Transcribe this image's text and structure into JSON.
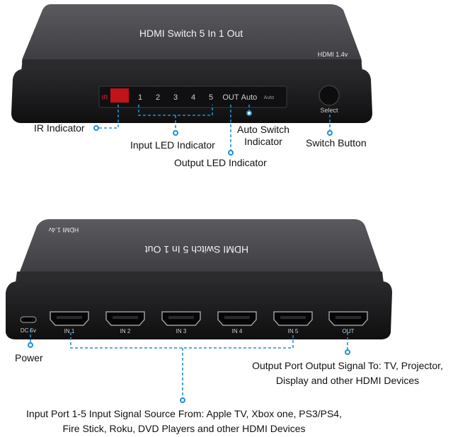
{
  "top_device": {
    "lid_title": "HDMI Switch 5 In 1 Out",
    "lid_version": "HDMI 1.4v",
    "ir_mark": "IR",
    "led_numbers": [
      "1",
      "2",
      "3",
      "4",
      "5"
    ],
    "out_mark": "OUT",
    "auto_mark": "Auto",
    "auto_small": "Auto",
    "select_label": "Select"
  },
  "bottom_device": {
    "lid_title": "HDMI Switch 5 In 1 Out",
    "lid_version": "HDMI 1.4v",
    "dc_label": "DC 5v",
    "ports": [
      "IN 1",
      "IN 2",
      "IN 3",
      "IN 4",
      "IN 5",
      "OUT"
    ]
  },
  "callouts": {
    "ir": "IR Indicator",
    "input_led": "Input LED Indicator",
    "auto_switch_line1": "Auto Switch",
    "auto_switch_line2": "Indicator",
    "switch_button": "Switch Button",
    "output_led": "Output LED Indicator",
    "power": "Power",
    "output_port_line1": "Output Port Output Signal To: TV, Projector,",
    "output_port_line2": "Display and other HDMI Devices",
    "input_port_line1": "Input Port 1-5 Input Signal Source From: Apple TV, Xbox one, PS3/PS4,",
    "input_port_line2": "Fire Stick, Roku, DVD Players and other HDMI Devices"
  },
  "colors": {
    "leader": "#1e90d6",
    "body": "#1b1b1d",
    "lid": "#414145"
  }
}
